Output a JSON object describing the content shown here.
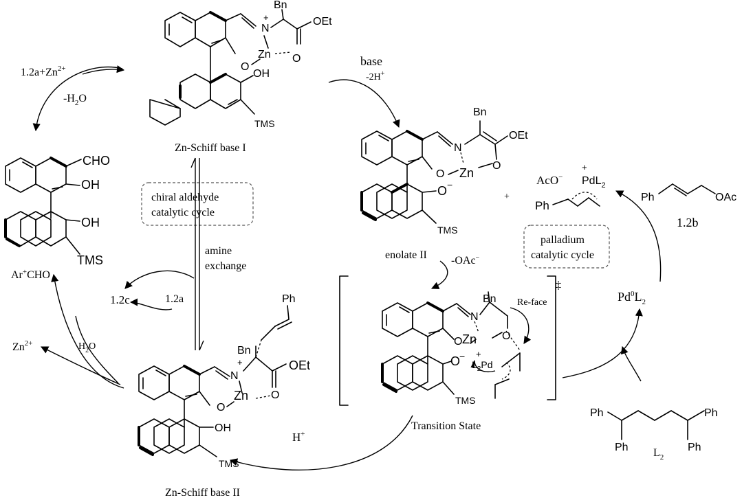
{
  "labels": {
    "zn_schiff_1": "Zn-Schiff base I",
    "zn_schiff_2": "Zn-Schiff base II",
    "enolate": "enolate  II",
    "transition": "Transition State",
    "chiral_cycle_1": "chiral aldehyde",
    "chiral_cycle_2": "catalytic cycle",
    "pd_cycle_1": "palladium",
    "pd_cycle_2": "catalytic cycle",
    "amine_1": "amine",
    "amine_2": "exchange",
    "base": "base",
    "minus_2h": "-2H",
    "minus_oac": "-OAc",
    "re_face": "Re-face",
    "h_plus": "H",
    "water_loss": "-H",
    "water": "H",
    "reagent_12a_zn": "1.2a+Zn",
    "reagent_12a": "1.2a",
    "product_12c": "1.2c",
    "zn2": "Zn",
    "ar_cho_a": "Ar",
    "ar_cho_b": "CHO",
    "allyl_acetate": "1.2b",
    "pd0l2_a": "Pd",
    "pd0l2_b": "L",
    "ligand": "L",
    "acoplus": "AcO",
    "plus": "+",
    "dagger": "‡"
  },
  "atoms": {
    "bn": "Bn",
    "oet": "OEt",
    "o": "O",
    "n": "N",
    "zn": "Zn",
    "oh": "OH",
    "tms": "TMS",
    "cho": "CHO",
    "ph": "Ph",
    "oac": "OAc",
    "pdl2": "PdL",
    "l2pd": "L",
    "pd": "Pd"
  },
  "scripts": {
    "sup_plus": "+",
    "sup_minus": "−",
    "sup_2plus": "2+",
    "sub_2": "2",
    "sup_0": "0",
    "sub_o": "O"
  }
}
